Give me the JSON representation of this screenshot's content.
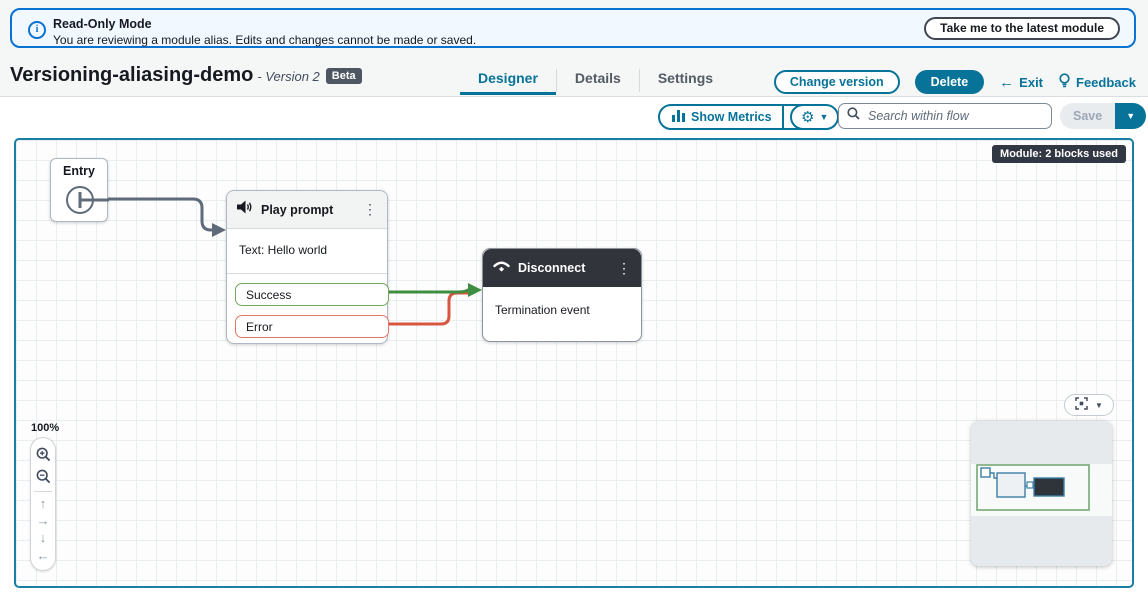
{
  "banner": {
    "title": "Read-Only Mode",
    "message": "You are reviewing a module alias. Edits and changes cannot be made or saved.",
    "action": "Take me to the latest module"
  },
  "header": {
    "title": "Versioning-aliasing-demo",
    "version": "- Version 2",
    "beta": "Beta",
    "tabs": [
      {
        "label": "Designer",
        "active": true
      },
      {
        "label": "Details",
        "active": false
      },
      {
        "label": "Settings",
        "active": false
      }
    ],
    "actions": {
      "change_version": "Change version",
      "delete": "Delete",
      "exit": "Exit",
      "feedback": "Feedback"
    }
  },
  "toolbar": {
    "show_metrics": "Show Metrics",
    "search_placeholder": "Search within flow",
    "save": "Save"
  },
  "canvas": {
    "module_badge": "Module: 2 blocks used",
    "zoom_level": "100%",
    "blocks": {
      "entry": {
        "title": "Entry"
      },
      "play_prompt": {
        "title": "Play prompt",
        "body": "Text: Hello world",
        "branches": [
          {
            "label": "Success"
          },
          {
            "label": "Error"
          }
        ]
      },
      "disconnect": {
        "title": "Disconnect",
        "body": "Termination event"
      }
    }
  },
  "colors": {
    "accent_teal": "#077398",
    "banner_blue": "#0972d3",
    "canvas_border": "#1b7fa5",
    "connector_slate": "#5f6b7a",
    "success_green": "#3e8e41",
    "error_red": "#d6563f",
    "dark_header": "#32343b",
    "badge_dark": "#323843"
  }
}
